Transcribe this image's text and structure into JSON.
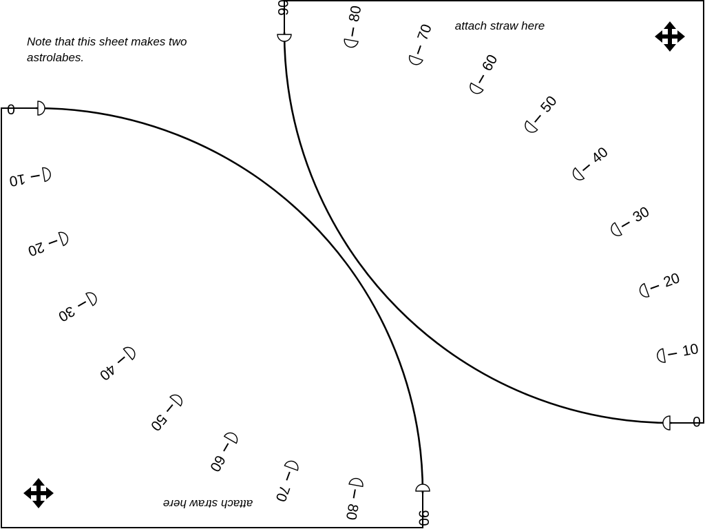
{
  "sheet": {
    "note": "Note that this sheet makes two astrolabes.",
    "colors": {
      "line": "#000000",
      "paper": "#ffffff"
    }
  },
  "astrolabes": [
    {
      "id": "upper-right",
      "straw_label": "attach straw here",
      "move_icon": "move-arrows-icon",
      "scale": {
        "start": 0,
        "end": 90,
        "label_step": 10,
        "labels": [
          "0",
          "10",
          "20",
          "30",
          "40",
          "50",
          "60",
          "70",
          "80",
          "90"
        ]
      }
    },
    {
      "id": "lower-left",
      "straw_label": "attach straw here",
      "move_icon": "move-arrows-icon",
      "scale": {
        "start": 0,
        "end": 90,
        "label_step": 10,
        "labels": [
          "0",
          "10",
          "20",
          "30",
          "40",
          "50",
          "60",
          "70",
          "80",
          "90"
        ]
      }
    }
  ]
}
